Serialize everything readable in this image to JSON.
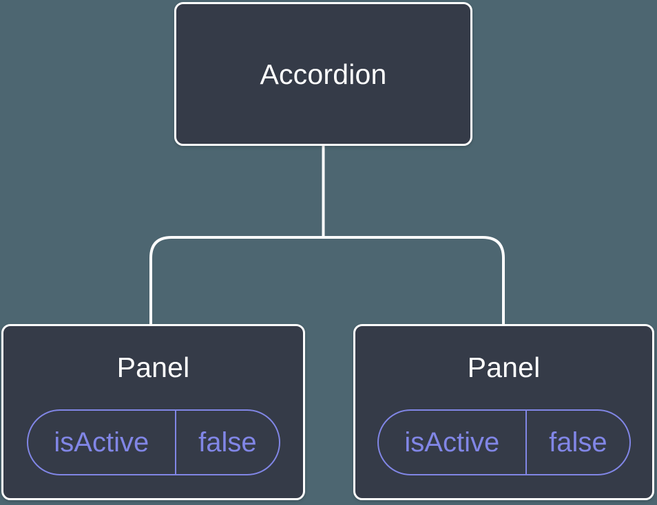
{
  "colors": {
    "background": "#4d6671",
    "node-fill": "#353b48",
    "node-border": "#ffffff",
    "connector": "#ffffff",
    "accent": "#8186e6"
  },
  "tree": {
    "root": {
      "label": "Accordion"
    },
    "children": [
      {
        "label": "Panel",
        "state": {
          "name": "isActive",
          "value": "false"
        }
      },
      {
        "label": "Panel",
        "state": {
          "name": "isActive",
          "value": "false"
        }
      }
    ]
  }
}
